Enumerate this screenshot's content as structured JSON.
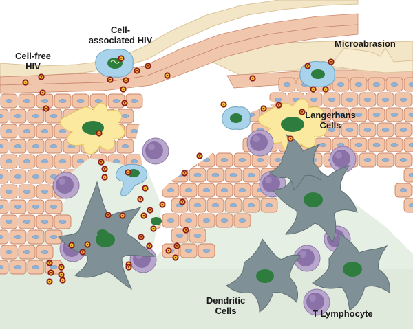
{
  "labels": {
    "cell_associated_hiv": "Cell-associated HIV",
    "cell_free_hiv": "Cell-free HIV",
    "microabrasion": "Microabrasion",
    "langerhans_cells": "Langerhans Cells",
    "dendritic_cells": "Dendritic Cells",
    "t_lymphocyte": "T Lymphocyte"
  },
  "colors": {
    "epithelial_cell": "#f2c4a8",
    "epithelial_outline": "#c8866a",
    "nucleus": "#8fb3d8",
    "surface_layer": "#f3e6c6",
    "keratin_layer": "#f0dfbc",
    "langerhans_cell": "#fbe9a0",
    "langerhans_nucleus": "#2e7d3e",
    "submucosa": "#e6efe3",
    "dendritic_cell": "#7f9196",
    "t_lymphocyte": "#b9a6cc",
    "t_lymphocyte_nucleus": "#8a72a8",
    "infected_cell": "#a9d3ea",
    "virion_outer": "#8b1a1a",
    "virion_inner": "#f6c230"
  },
  "icons": [
    "hiv-virion-icon",
    "langerhans-cell-icon",
    "dendritic-cell-icon",
    "t-lymphocyte-icon",
    "infected-cell-icon"
  ]
}
